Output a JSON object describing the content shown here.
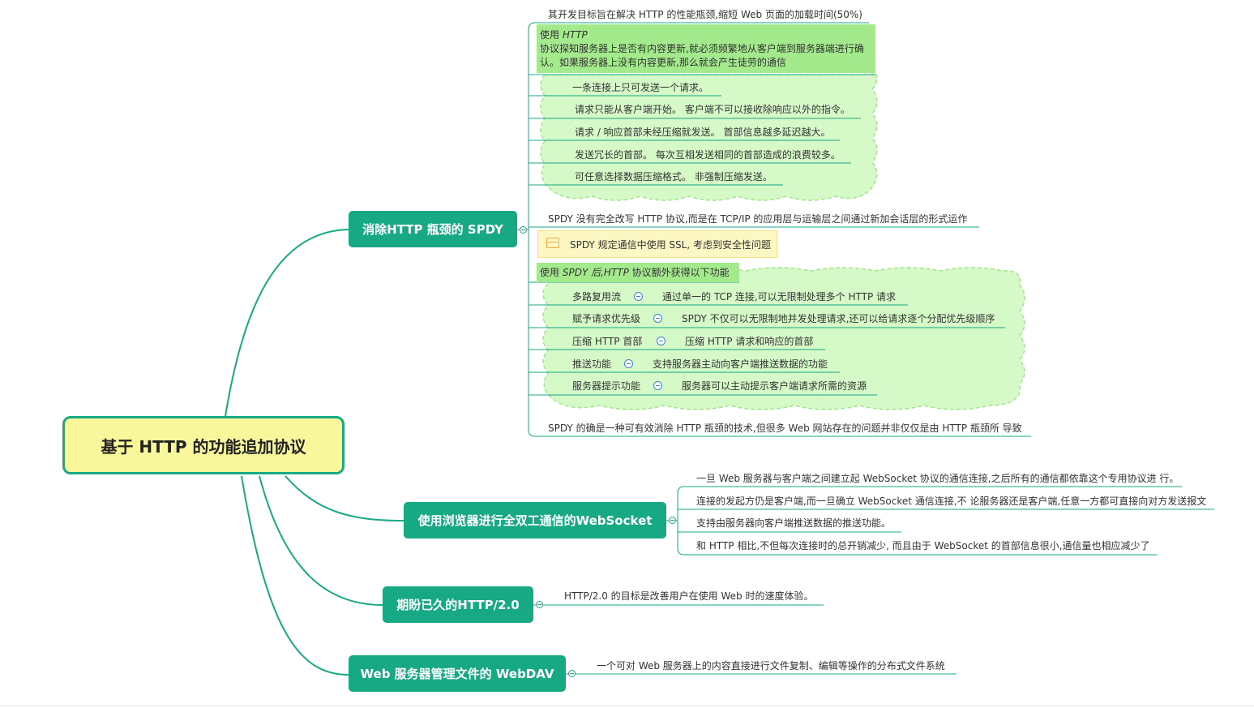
{
  "root": {
    "label": "基于 HTTP 的功能追加协议"
  },
  "branches": {
    "spdy": {
      "label": "消除HTTP 瓶颈的 SPDY",
      "goal": "其开发目标旨在解决 HTTP 的性能瓶颈,缩短 Web 页面的加载时间(50%)",
      "polling_title_1": "使用",
      "polling_title_2": "HTTP",
      "polling_line_1": "协议探知服务器上是否有内容更新,就必须频繁地从客户端到服务器端进行确",
      "polling_line_2": "认。如果服务器上没有内容更新,那么就会产生徒劳的通信",
      "issues": [
        "一条连接上只可发送一个请求。",
        "请求只能从客户端开始。 客户端不可以接收除响应以外的指令。",
        "请求 / 响应首部未经压缩就发送。 首部信息越多延迟越大。",
        "发送冗长的首部。 每次互相发送相同的首部造成的浪费较多。",
        "可任意选择数据压缩格式。 非强制压缩发送。"
      ],
      "design": "SPDY 没有完全改写 HTTP 协议,而是在 TCP/IP 的应用层与运输层之间通过新加会话层的形式运作",
      "note": "SPDY 规定通信中使用 SSL, 考虑到安全性问题",
      "features_title_1": "使用",
      "features_title_2": "SPDY 后,HTTP",
      "features_title_3": "协议额外获得以下功能",
      "features": [
        {
          "name": "多路复用流",
          "desc": "通过单一的 TCP 连接,可以无限制处理多个 HTTP 请求"
        },
        {
          "name": "赋予请求优先级",
          "desc": "SPDY 不仅可以无限制地并发处理请求,还可以给请求逐个分配优先级顺序"
        },
        {
          "name": "压缩 HTTP 首部",
          "desc": "压缩 HTTP 请求和响应的首部"
        },
        {
          "name": "推送功能",
          "desc": "支持服务器主动向客户端推送数据的功能"
        },
        {
          "name": "服务器提示功能",
          "desc": "服务器可以主动提示客户端请求所需的资源"
        }
      ],
      "conclusion": "SPDY 的确是一种可有效消除 HTTP 瓶颈的技术,但很多 Web 网站存在的问题并非仅仅是由 HTTP 瓶颈所 导致"
    },
    "websocket": {
      "label": "使用浏览器进行全双工通信的WebSocket",
      "items": [
        "一旦 Web 服务器与客户端之间建立起 WebSocket 协议的通信连接,之后所有的通信都依靠这个专用协议进 行。",
        "连接的发起方仍是客户端,而一旦确立 WebSocket 通信连接,不 论服务器还是客户端,任意一方都可直接向对方发送报文",
        "支持由服务器向客户端推送数据的推送功能。",
        "和 HTTP 相比,不但每次连接时的总开销减少, 而且由于 WebSocket 的首部信息很小,通信量也相应减少了"
      ]
    },
    "http2": {
      "label": "期盼已久的HTTP/2.0",
      "items": [
        "HTTP/2.0 的目标是改善用户在使用 Web 时的速度体验。"
      ]
    },
    "webdav": {
      "label": "Web 服务器管理文件的 WebDAV",
      "items": [
        "一个可对 Web 服务器上的内容直接进行文件复制、编辑等操作的分布式文件系统"
      ]
    }
  },
  "colors": {
    "branch": "#17a884",
    "root_fill": "#f9f79c",
    "cloud_fill": "#d6f9c8",
    "cloud_border": "#a3e48c",
    "highlight": "#a3ea8c",
    "note_fill": "#fdf7c4",
    "collapse_blue": "#3d7fd6"
  },
  "icons": [
    "collapse-toggle-icon",
    "note-icon"
  ]
}
